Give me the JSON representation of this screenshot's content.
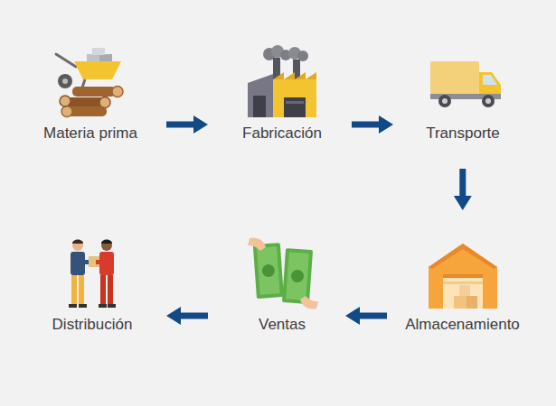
{
  "diagram": {
    "nodes": [
      {
        "text": [
          "Materia prima"
        ]
      },
      {
        "text": [
          "Fabricación"
        ]
      },
      {
        "text": [
          "Transporte"
        ]
      },
      {
        "text": [
          "Almacenamiento"
        ]
      },
      {
        "text": [
          "Ventas"
        ]
      },
      {
        "text": [
          "Distribución"
        ]
      }
    ],
    "edges": [
      {
        "from": 0,
        "to": 1,
        "arrow": "to"
      },
      {
        "from": 1,
        "to": 2,
        "arrow": "to"
      },
      {
        "from": 2,
        "to": 3,
        "arrow": "to"
      },
      {
        "from": 3,
        "to": 4,
        "arrow": "to"
      },
      {
        "from": 4,
        "to": 5,
        "arrow": "to"
      }
    ]
  }
}
